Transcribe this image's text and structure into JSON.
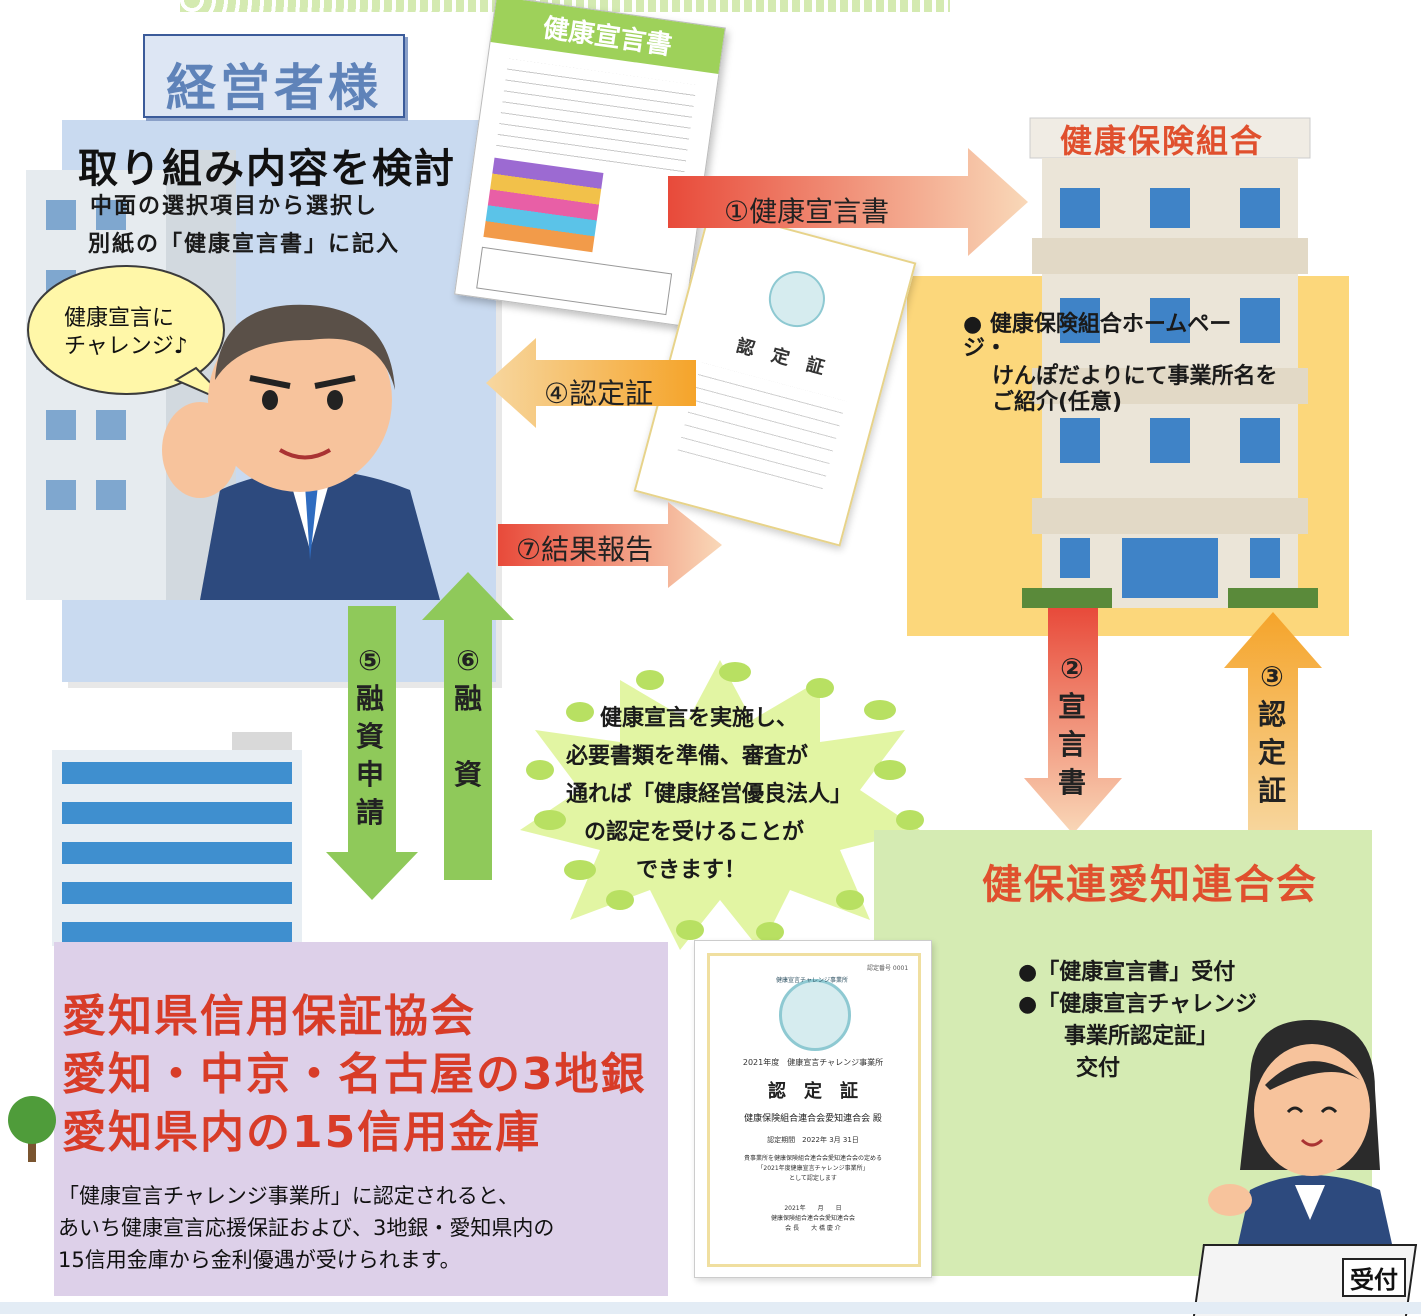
{
  "manager": {
    "title": "経営者様",
    "heading": "取り組み内容を検討",
    "sub1": "中面の選択項目から選択し",
    "sub2": "別紙の「健康宣言書」に記入",
    "speech1": "健康宣言に",
    "speech2": "チャレンジ♪"
  },
  "insurer": {
    "title": "健康保険組合",
    "note1": "● 健康保険組合ホームペー",
    "note2": "ジ・",
    "note3": "けんぽだよりにて事業所名を",
    "note4": "ご紹介(任意)"
  },
  "federation": {
    "title": "健保連愛知連合会",
    "item1": "●「健康宣言書」受付",
    "item2": "●「健康宣言チャレンジ",
    "item3": "事業所認定証」",
    "item4": "交付"
  },
  "banks": {
    "line1": "愛知県信用保証協会",
    "line2": "愛知・中京・名古屋の3地銀",
    "line3": "愛知県内の15信用金庫",
    "desc1": "「健康宣言チャレンジ事業所」に認定されると、",
    "desc2": "あいち健康宣言応援保証および、3地銀・愛知県内の",
    "desc3": "15信用金庫から金利優遇が受けられます。"
  },
  "arrows": {
    "a1": "①健康宣言書",
    "a4": "④認定証",
    "a7": "⑦結果報告",
    "a2": [
      "②",
      "宣",
      "言",
      "書"
    ],
    "a3": [
      "③",
      "認",
      "定",
      "証"
    ],
    "a5": [
      "⑤",
      "融",
      "資",
      "申",
      "請"
    ],
    "a6": [
      "⑥",
      "融",
      "",
      "資"
    ]
  },
  "burst": {
    "line1": "健康宣言を実施し、",
    "line2": "必要書類を準備、審査が",
    "line3": "通れば「健康経営優良法人」",
    "line4": "の認定を受けることが",
    "line5": "できます！"
  },
  "document": {
    "title": "健康宣言書"
  },
  "certificate": {
    "year": "2021年度　健康宣言チャレンジ事業所",
    "title": "認　定　証",
    "recipient": "健康保険組合連合会愛知連合会 殿",
    "period": "認定期間　2022年 3月 31日",
    "body1": "貴事業所を健康保険組合連合会愛知連合会の定める",
    "body2": "「2021年度健康宣言チャレンジ事業所」",
    "body3": "として認定します",
    "date": "2021年　　月　　日",
    "issuer": "健康保険組合連合会愛知連合会",
    "chair": "会 長　　大 橋 慶 介",
    "number": "認定番号 0001",
    "seal": "健康宣言チャレンジ事業所"
  },
  "reception": {
    "label": "受付"
  },
  "colors": {
    "manager_panel": "#c9daf0",
    "insurer_panel": "#fcd77b",
    "federation_panel": "#d5ebb3",
    "bank_panel": "#ddd0e9",
    "orange_arrow": "#f08a5a",
    "green_arrow": "#8fc95a",
    "title_red": "#e0502e"
  }
}
